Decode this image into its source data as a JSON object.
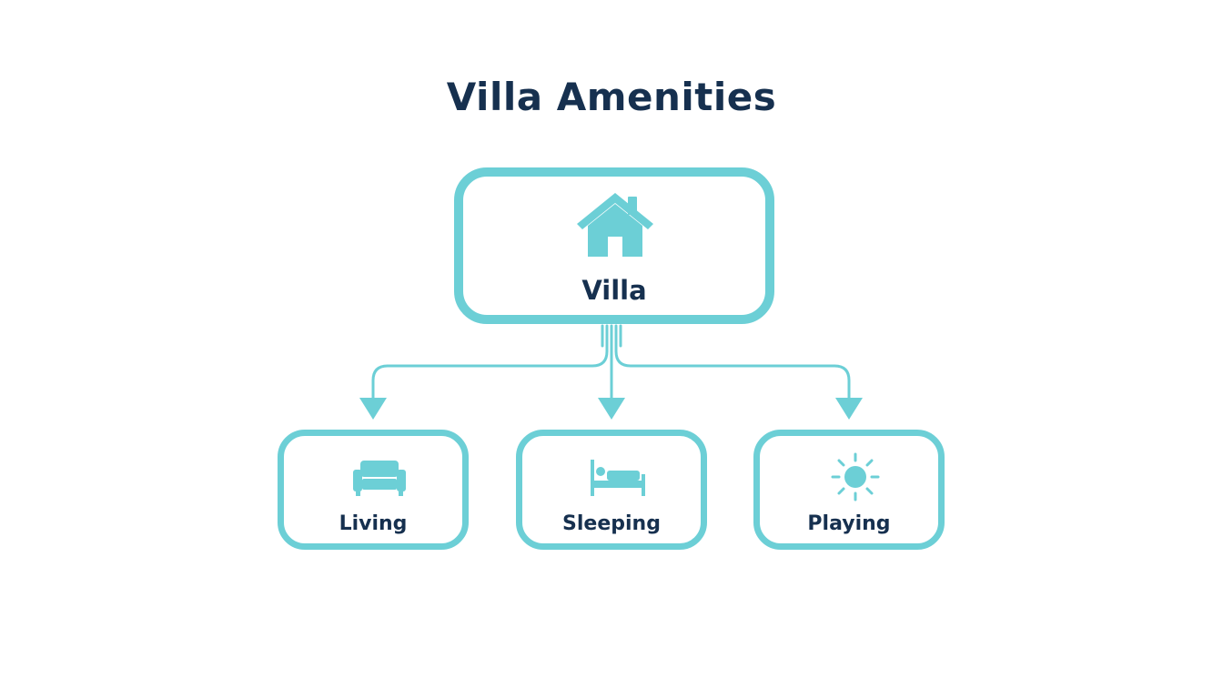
{
  "title": "Villa Amenities",
  "root": {
    "label": "Villa",
    "icon": "house-icon"
  },
  "children": [
    {
      "label": "Living",
      "icon": "sofa-icon"
    },
    {
      "label": "Sleeping",
      "icon": "bed-icon"
    },
    {
      "label": "Playing",
      "icon": "sun-icon"
    }
  ],
  "colors": {
    "accent": "#6ccfd6",
    "text": "#16304f",
    "background": "#ffffff"
  }
}
